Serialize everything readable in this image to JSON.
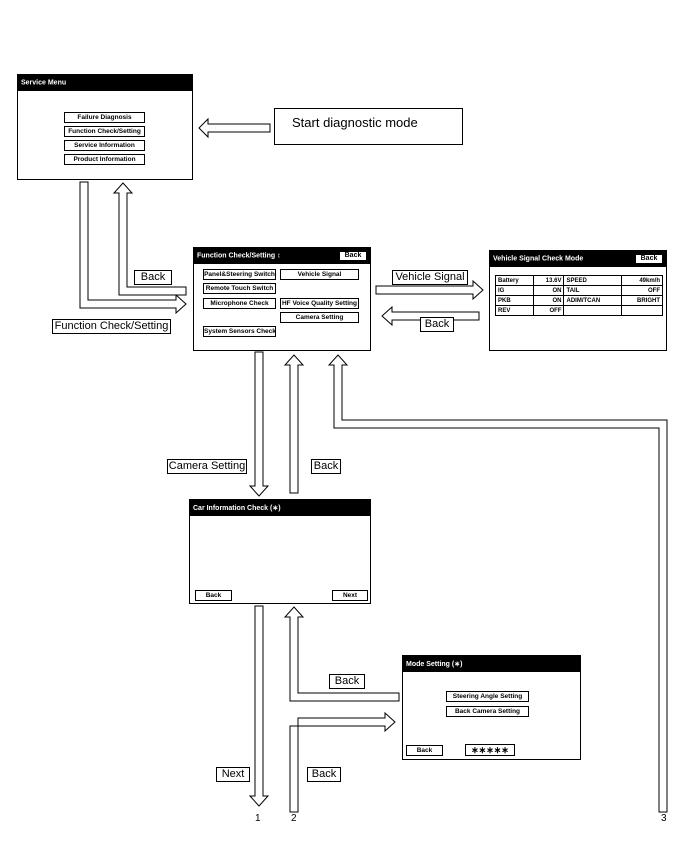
{
  "callout": "Start diagnostic mode",
  "service_menu": {
    "title": "Service Menu",
    "buttons": [
      "Failure Diagnosis",
      "Function Check/Setting",
      "Service Information",
      "Product Information"
    ]
  },
  "function_check": {
    "title": "Function Check/Setting",
    "title_glyph": "↕",
    "back": "Back",
    "buttons": [
      "Panel&Steering Switch",
      "Vehicle Signal",
      "Remote Touch Switch",
      "Microphone Check",
      "HF Voice Quality Setting",
      "Camera Setting",
      "System Sensors Check"
    ]
  },
  "vehicle_signal": {
    "title": "Vehicle Signal Check Mode",
    "back": "Back",
    "rows": [
      [
        "Battery",
        "13.6V",
        "SPEED",
        "49km/h"
      ],
      [
        "IG",
        "ON",
        "TAIL",
        "OFF"
      ],
      [
        "PKB",
        "ON",
        "ADIM/TCAN",
        "BRIGHT"
      ],
      [
        "REV",
        "OFF",
        "",
        ""
      ]
    ]
  },
  "car_info": {
    "title": "Car Information Check (∗)",
    "back": "Back",
    "next": "Next"
  },
  "mode_setting": {
    "title": "Mode Setting (∗)",
    "buttons": [
      "Steering Angle Setting",
      "Back Camera Setting"
    ],
    "back": "Back",
    "code": "∗∗∗∗∗"
  },
  "labels": {
    "back_1": "Back",
    "function_check_setting": "Function Check/Setting",
    "vehicle_signal": "Vehicle Signal",
    "back_2": "Back",
    "camera_setting": "Camera Setting",
    "back_3": "Back",
    "back_4": "Back",
    "next": "Next",
    "back_5": "Back"
  },
  "exit_numbers": [
    "1",
    "2",
    "3"
  ]
}
